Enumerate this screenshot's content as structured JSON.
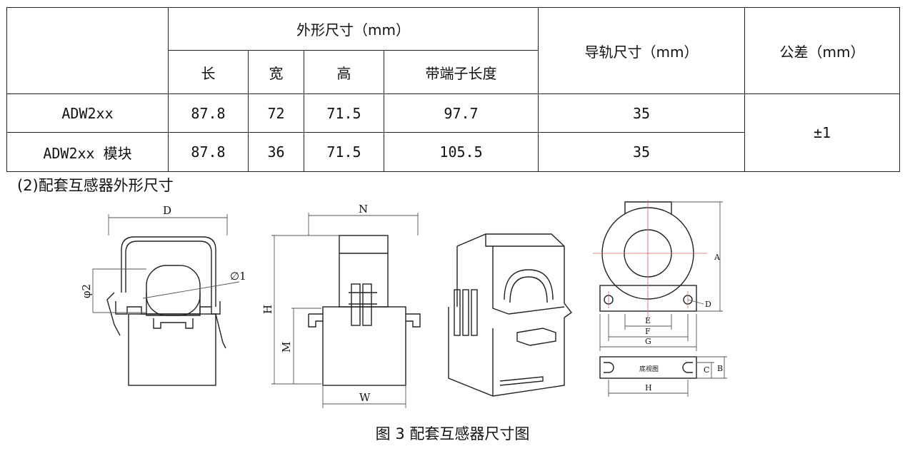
{
  "table": {
    "header_outer_size": "外形尺寸（mm）",
    "header_length": "长",
    "header_width": "宽",
    "header_height": "高",
    "header_terminal_length": "带端子长度",
    "header_rail": "导轨尺寸（mm）",
    "header_tolerance": "公差（mm）",
    "rows": [
      {
        "model": "ADW2xx",
        "length": "87.8",
        "width": "72",
        "height": "71.5",
        "terminal_length": "97.7",
        "rail": "35"
      },
      {
        "model": "ADW2xx 模块",
        "length": "87.8",
        "width": "36",
        "height": "71.5",
        "terminal_length": "105.5",
        "rail": "35"
      }
    ],
    "tolerance": "±1"
  },
  "section_title": "(2)配套互感器外形尺寸",
  "drawing_labels": {
    "D": "D",
    "phi2": "φ2",
    "phi1": "∅1",
    "N": "N",
    "H": "H",
    "M": "M",
    "W": "W",
    "A": "A",
    "D2": "D",
    "E": "E",
    "F": "F",
    "G": "G",
    "B": "B",
    "C": "C",
    "H2": "H",
    "bottom_view": "底视图"
  },
  "figure_caption": "图 3 配套互感器尺寸图"
}
